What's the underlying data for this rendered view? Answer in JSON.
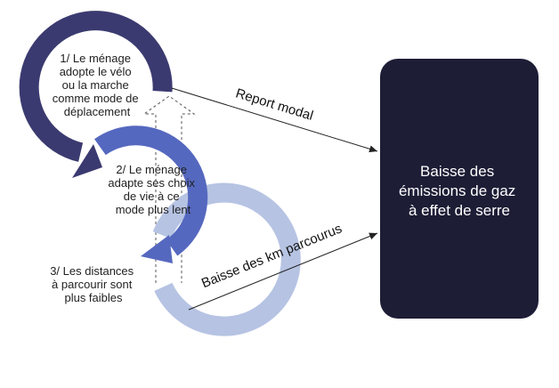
{
  "steps": [
    {
      "lines": [
        "1/ Le ménage",
        "adopte le vélo",
        "ou la marche",
        "comme mode de",
        "déplacement"
      ],
      "color": "#3b3a70"
    },
    {
      "lines": [
        "2/ Le ménage",
        "adapte ses choix",
        "de vie à ce",
        "mode plus lent"
      ],
      "color": "#5568bf"
    },
    {
      "lines": [
        "3/ Les distances",
        "à parcourir sont",
        "plus faibles"
      ],
      "color": "#b6c3e3"
    }
  ],
  "result_box": {
    "lines": [
      "Baisse des",
      "émissions de gaz",
      "à effet de serre"
    ],
    "color": "#1d1d36"
  },
  "arrows": {
    "top_label": "Report modal",
    "bottom_label": "Baisse des km parcourus"
  }
}
